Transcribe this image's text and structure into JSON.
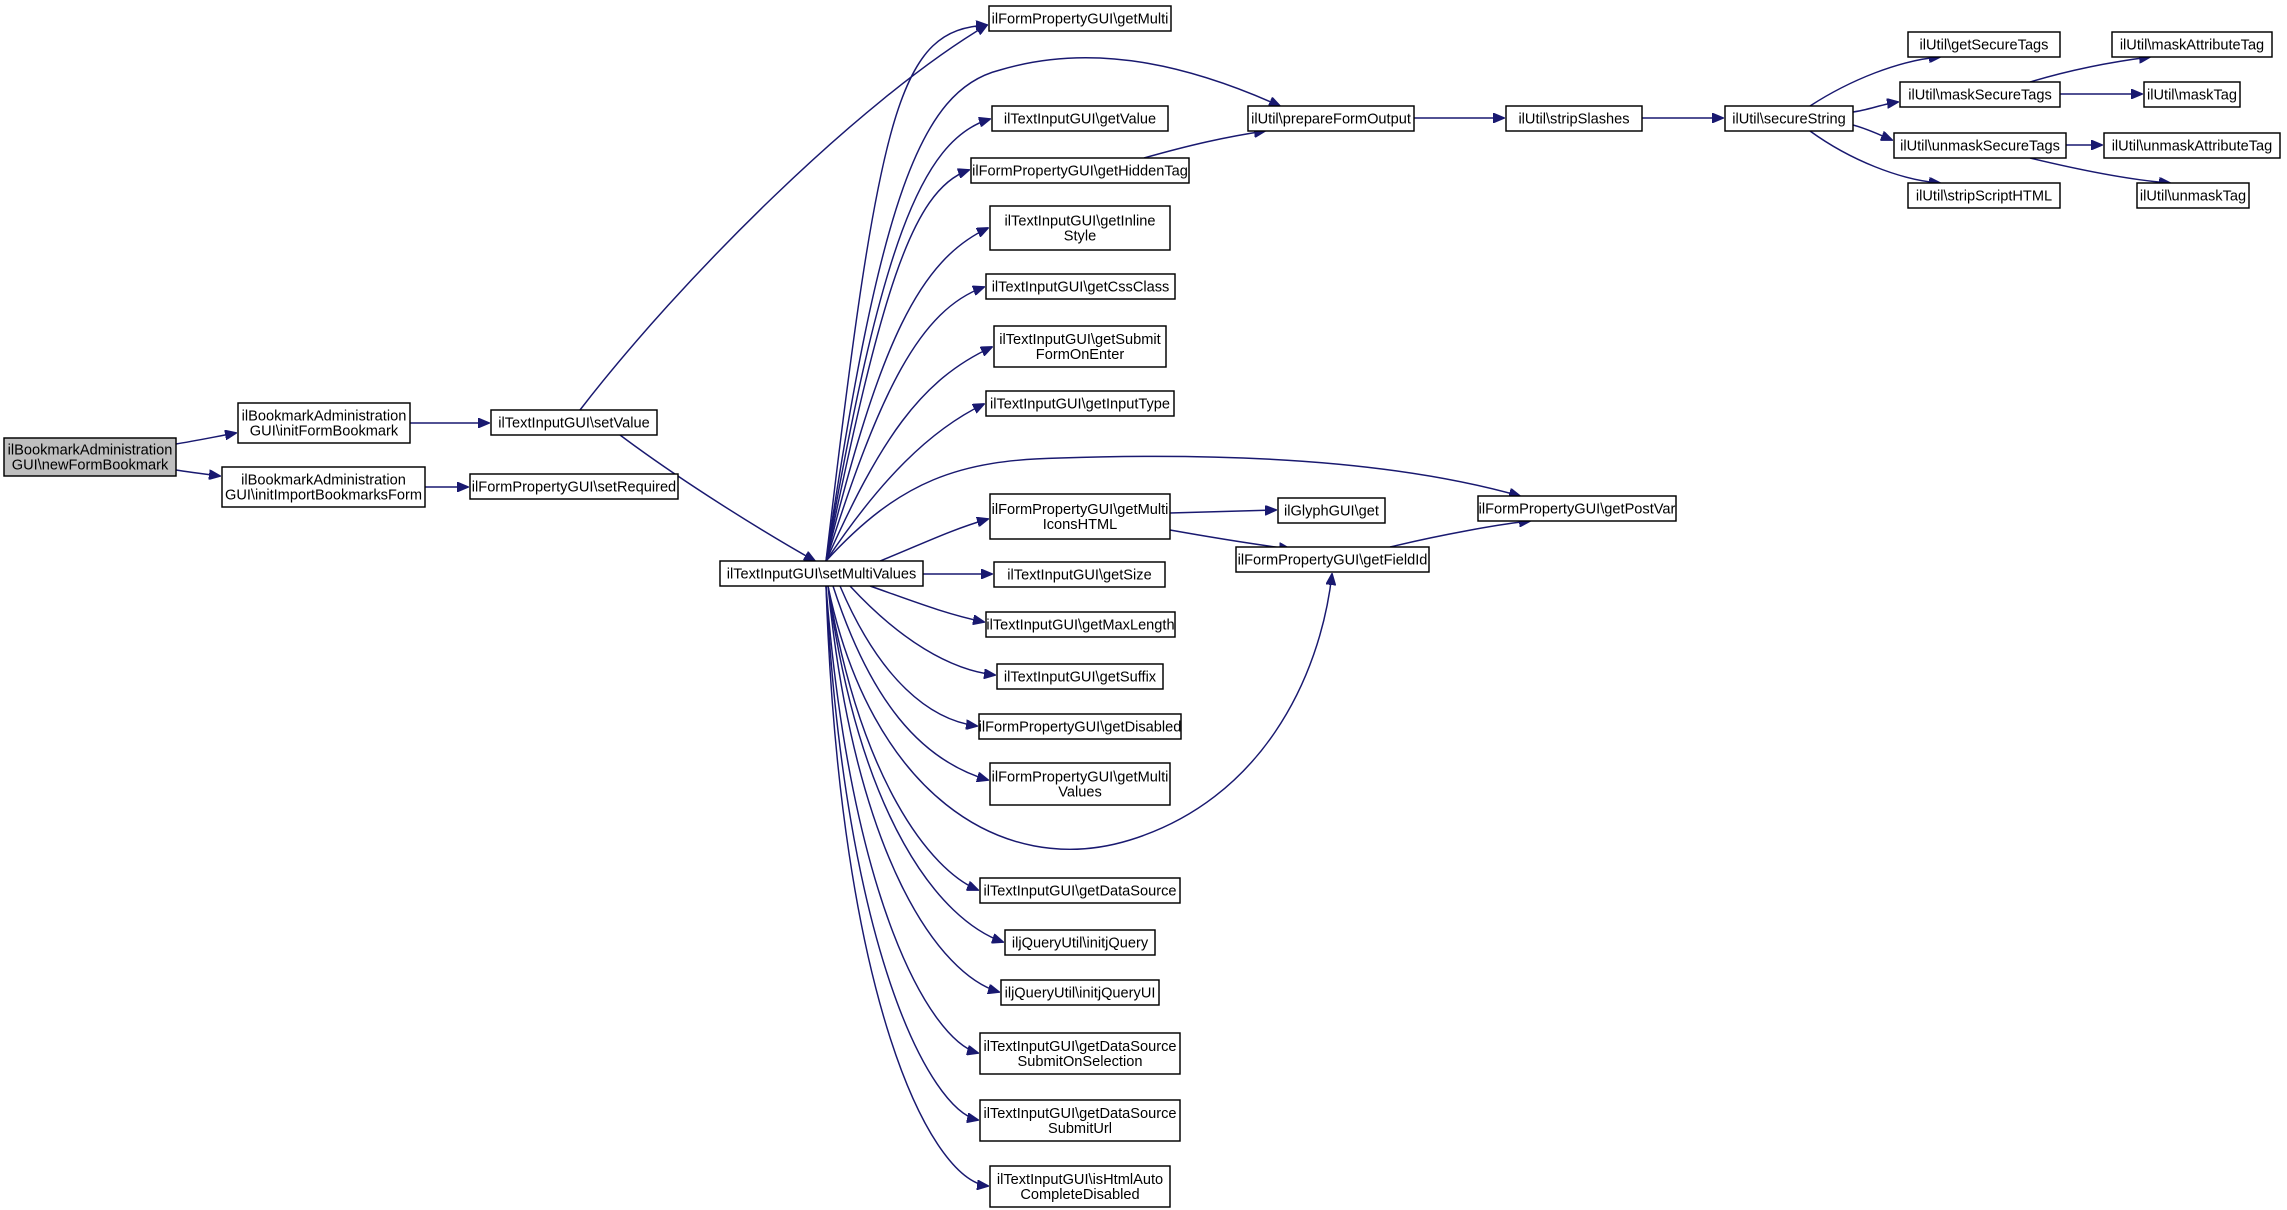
{
  "diagram": {
    "nodes": [
      {
        "id": "root",
        "lines": [
          "ilBookmarkAdministration",
          "GUI\\newFormBookmark"
        ],
        "root": true
      },
      {
        "id": "initFormBookmark",
        "lines": [
          "ilBookmarkAdministration",
          "GUI\\initFormBookmark"
        ]
      },
      {
        "id": "initImport",
        "lines": [
          "ilBookmarkAdministration",
          "GUI\\initImportBookmarksForm"
        ]
      },
      {
        "id": "setValue",
        "lines": [
          "ilTextInputGUI\\setValue"
        ]
      },
      {
        "id": "setRequired",
        "lines": [
          "ilFormPropertyGUI\\setRequired"
        ]
      },
      {
        "id": "setMultiValues",
        "lines": [
          "ilTextInputGUI\\setMultiValues"
        ]
      },
      {
        "id": "getMulti",
        "lines": [
          "ilFormPropertyGUI\\getMulti"
        ]
      },
      {
        "id": "getValue",
        "lines": [
          "ilTextInputGUI\\getValue"
        ]
      },
      {
        "id": "getHiddenTag",
        "lines": [
          "ilFormPropertyGUI\\getHiddenTag"
        ]
      },
      {
        "id": "getInlineStyle",
        "lines": [
          "ilTextInputGUI\\getInline",
          "Style"
        ]
      },
      {
        "id": "getCssClass",
        "lines": [
          "ilTextInputGUI\\getCssClass"
        ]
      },
      {
        "id": "getSubmitFormOnEnter",
        "lines": [
          "ilTextInputGUI\\getSubmit",
          "FormOnEnter"
        ]
      },
      {
        "id": "getInputType",
        "lines": [
          "ilTextInputGUI\\getInputType"
        ]
      },
      {
        "id": "getMultiIconsHTML",
        "lines": [
          "ilFormPropertyGUI\\getMulti",
          "IconsHTML"
        ]
      },
      {
        "id": "getSize",
        "lines": [
          "ilTextInputGUI\\getSize"
        ]
      },
      {
        "id": "getMaxLength",
        "lines": [
          "ilTextInputGUI\\getMaxLength"
        ]
      },
      {
        "id": "getSuffix",
        "lines": [
          "ilTextInputGUI\\getSuffix"
        ]
      },
      {
        "id": "getDisabled",
        "lines": [
          "ilFormPropertyGUI\\getDisabled"
        ]
      },
      {
        "id": "getMultiValues",
        "lines": [
          "ilFormPropertyGUI\\getMulti",
          "Values"
        ]
      },
      {
        "id": "getDataSource",
        "lines": [
          "ilTextInputGUI\\getDataSource"
        ]
      },
      {
        "id": "initjQuery",
        "lines": [
          "iljQueryUtil\\initjQuery"
        ]
      },
      {
        "id": "initjQueryUI",
        "lines": [
          "iljQueryUtil\\initjQueryUI"
        ]
      },
      {
        "id": "getDataSourceSubmitOnSelection",
        "lines": [
          "ilTextInputGUI\\getDataSource",
          "SubmitOnSelection"
        ]
      },
      {
        "id": "getDataSourceSubmitUrl",
        "lines": [
          "ilTextInputGUI\\getDataSource",
          "SubmitUrl"
        ]
      },
      {
        "id": "isHtmlAutoCompleteDisabled",
        "lines": [
          "ilTextInputGUI\\isHtmlAuto",
          "CompleteDisabled"
        ]
      },
      {
        "id": "prepareFormOutput",
        "lines": [
          "ilUtil\\prepareFormOutput"
        ]
      },
      {
        "id": "glyphGet",
        "lines": [
          "ilGlyphGUI\\get"
        ]
      },
      {
        "id": "getFieldId",
        "lines": [
          "ilFormPropertyGUI\\getFieldId"
        ]
      },
      {
        "id": "getPostVar",
        "lines": [
          "ilFormPropertyGUI\\getPostVar"
        ]
      },
      {
        "id": "stripSlashes",
        "lines": [
          "ilUtil\\stripSlashes"
        ]
      },
      {
        "id": "secureString",
        "lines": [
          "ilUtil\\secureString"
        ]
      },
      {
        "id": "getSecureTags",
        "lines": [
          "ilUtil\\getSecureTags"
        ]
      },
      {
        "id": "maskSecureTags",
        "lines": [
          "ilUtil\\maskSecureTags"
        ]
      },
      {
        "id": "unmaskSecureTags",
        "lines": [
          "ilUtil\\unmaskSecureTags"
        ]
      },
      {
        "id": "stripScriptHTML",
        "lines": [
          "ilUtil\\stripScriptHTML"
        ]
      },
      {
        "id": "maskAttributeTag",
        "lines": [
          "ilUtil\\maskAttributeTag"
        ]
      },
      {
        "id": "maskTag",
        "lines": [
          "ilUtil\\maskTag"
        ]
      },
      {
        "id": "unmaskAttributeTag",
        "lines": [
          "ilUtil\\unmaskAttributeTag"
        ]
      },
      {
        "id": "unmaskTag",
        "lines": [
          "ilUtil\\unmaskTag"
        ]
      }
    ],
    "edges": [
      [
        "root",
        "initFormBookmark"
      ],
      [
        "root",
        "initImport"
      ],
      [
        "initFormBookmark",
        "setValue"
      ],
      [
        "initImport",
        "setRequired"
      ],
      [
        "setValue",
        "getMulti"
      ],
      [
        "setValue",
        "setMultiValues"
      ],
      [
        "setMultiValues",
        "getMulti"
      ],
      [
        "setMultiValues",
        "prepareFormOutput"
      ],
      [
        "setMultiValues",
        "getValue"
      ],
      [
        "setMultiValues",
        "getHiddenTag"
      ],
      [
        "setMultiValues",
        "getInlineStyle"
      ],
      [
        "setMultiValues",
        "getCssClass"
      ],
      [
        "setMultiValues",
        "getSubmitFormOnEnter"
      ],
      [
        "setMultiValues",
        "getInputType"
      ],
      [
        "setMultiValues",
        "getPostVar"
      ],
      [
        "setMultiValues",
        "getMultiIconsHTML"
      ],
      [
        "setMultiValues",
        "getSize"
      ],
      [
        "setMultiValues",
        "getMaxLength"
      ],
      [
        "setMultiValues",
        "getSuffix"
      ],
      [
        "setMultiValues",
        "getDisabled"
      ],
      [
        "setMultiValues",
        "getMultiValues"
      ],
      [
        "setMultiValues",
        "getFieldId"
      ],
      [
        "setMultiValues",
        "getDataSource"
      ],
      [
        "setMultiValues",
        "initjQuery"
      ],
      [
        "setMultiValues",
        "initjQueryUI"
      ],
      [
        "setMultiValues",
        "getDataSourceSubmitOnSelection"
      ],
      [
        "setMultiValues",
        "getDataSourceSubmitUrl"
      ],
      [
        "setMultiValues",
        "isHtmlAutoCompleteDisabled"
      ],
      [
        "getHiddenTag",
        "prepareFormOutput"
      ],
      [
        "getMultiIconsHTML",
        "glyphGet"
      ],
      [
        "getMultiIconsHTML",
        "getFieldId"
      ],
      [
        "getFieldId",
        "getPostVar"
      ],
      [
        "prepareFormOutput",
        "stripSlashes"
      ],
      [
        "stripSlashes",
        "secureString"
      ],
      [
        "secureString",
        "getSecureTags"
      ],
      [
        "secureString",
        "maskSecureTags"
      ],
      [
        "secureString",
        "unmaskSecureTags"
      ],
      [
        "secureString",
        "stripScriptHTML"
      ],
      [
        "maskSecureTags",
        "maskAttributeTag"
      ],
      [
        "maskSecureTags",
        "maskTag"
      ],
      [
        "unmaskSecureTags",
        "unmaskAttributeTag"
      ],
      [
        "unmaskSecureTags",
        "unmaskTag"
      ]
    ]
  }
}
